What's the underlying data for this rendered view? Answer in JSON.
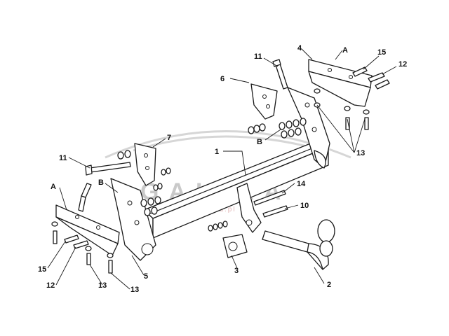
{
  "watermark": {
    "brand": "GALIKA",
    "tagline": "www.galika.pl"
  },
  "callouts": {
    "frame": "1",
    "ball": "2",
    "socket": "3",
    "bracket_right": "4",
    "bolt_5": "5",
    "plate_6": "6",
    "plate_7": "7",
    "bolt_10": "10",
    "bolt_11": "11",
    "bolt_12": "12",
    "bolt_13": "13",
    "bolt_14": "14",
    "bolt_15": "15",
    "detail_a": "A",
    "detail_b": "B"
  }
}
